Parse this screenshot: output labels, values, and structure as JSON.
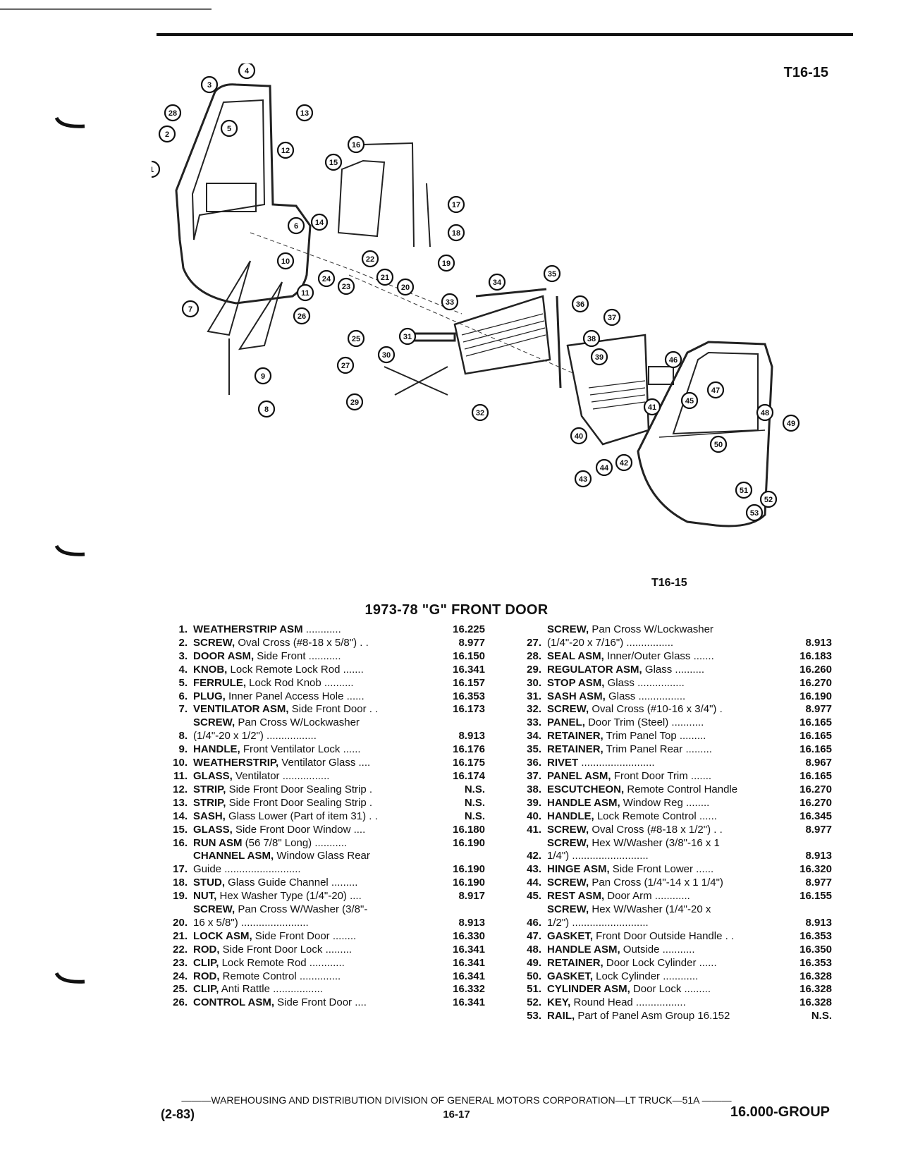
{
  "page_code": "T16-15",
  "figure_caption": "T16-15",
  "section_title": "1973-78 \"G\" FRONT DOOR",
  "callouts": [
    "1",
    "2",
    "3",
    "4",
    "5",
    "6",
    "7",
    "8",
    "9",
    "10",
    "11",
    "12",
    "13",
    "14",
    "15",
    "16",
    "17",
    "18",
    "19",
    "20",
    "21",
    "22",
    "23",
    "24",
    "25",
    "26",
    "27",
    "28",
    "29",
    "30",
    "31",
    "32",
    "33",
    "34",
    "35",
    "36",
    "37",
    "38",
    "39",
    "40",
    "41",
    "42",
    "43",
    "44",
    "45",
    "46",
    "47",
    "48",
    "49",
    "50",
    "51",
    "52",
    "53"
  ],
  "parts_left": [
    {
      "num": "1.",
      "name": "WEATHERSTRIP ASM",
      "desc": " ............",
      "cont": "",
      "group": "16.225"
    },
    {
      "num": "2.",
      "name": "SCREW,",
      "desc": " Oval Cross (#8-18 x 5/8\") . .",
      "cont": "",
      "group": "8.977"
    },
    {
      "num": "3.",
      "name": "DOOR ASM,",
      "desc": " Side Front ...........",
      "cont": "",
      "group": "16.150"
    },
    {
      "num": "4.",
      "name": "KNOB,",
      "desc": " Lock Remote Lock Rod .......",
      "cont": "",
      "group": "16.341"
    },
    {
      "num": "5.",
      "name": "FERRULE,",
      "desc": " Lock Rod Knob ..........",
      "cont": "",
      "group": "16.157"
    },
    {
      "num": "6.",
      "name": "PLUG,",
      "desc": " Inner Panel Access Hole ......",
      "cont": "",
      "group": "16.353"
    },
    {
      "num": "7.",
      "name": "VENTILATOR ASM,",
      "desc": " Side Front Door . .",
      "cont": "",
      "group": "16.173"
    },
    {
      "num": "8.",
      "name": "SCREW,",
      "desc": " Pan Cross W/Lockwasher",
      "cont": "(1/4\"-20 x 1/2\") .................",
      "group": "8.913"
    },
    {
      "num": "9.",
      "name": "HANDLE,",
      "desc": " Front Ventilator Lock ......",
      "cont": "",
      "group": "16.176"
    },
    {
      "num": "10.",
      "name": "WEATHERSTRIP,",
      "desc": " Ventilator Glass ....",
      "cont": "",
      "group": "16.175"
    },
    {
      "num": "11.",
      "name": "GLASS,",
      "desc": " Ventilator ................",
      "cont": "",
      "group": "16.174"
    },
    {
      "num": "12.",
      "name": "STRIP,",
      "desc": " Side Front Door Sealing Strip .",
      "cont": "",
      "group": "N.S."
    },
    {
      "num": "13.",
      "name": "STRIP,",
      "desc": " Side Front Door Sealing Strip .",
      "cont": "",
      "group": "N.S."
    },
    {
      "num": "14.",
      "name": "SASH,",
      "desc": " Glass Lower (Part of item 31) . .",
      "cont": "",
      "group": "N.S."
    },
    {
      "num": "15.",
      "name": "GLASS,",
      "desc": " Side Front Door Window ....",
      "cont": "",
      "group": "16.180"
    },
    {
      "num": "16.",
      "name": "RUN ASM",
      "desc": " (56 7/8\" Long) ...........",
      "cont": "",
      "group": "16.190"
    },
    {
      "num": "17.",
      "name": "CHANNEL ASM,",
      "desc": " Window Glass Rear",
      "cont": "Guide ..........................",
      "group": "16.190"
    },
    {
      "num": "18.",
      "name": "STUD,",
      "desc": " Glass Guide Channel .........",
      "cont": "",
      "group": "16.190"
    },
    {
      "num": "19.",
      "name": "NUT,",
      "desc": " Hex Washer Type (1/4\"-20) ....",
      "cont": "",
      "group": "8.917"
    },
    {
      "num": "20.",
      "name": "SCREW,",
      "desc": " Pan Cross W/Washer (3/8\"-",
      "cont": "16 x 5/8\") .......................",
      "group": "8.913"
    },
    {
      "num": "21.",
      "name": "LOCK ASM,",
      "desc": " Side Front Door ........",
      "cont": "",
      "group": "16.330"
    },
    {
      "num": "22.",
      "name": "ROD,",
      "desc": " Side Front Door Lock .........",
      "cont": "",
      "group": "16.341"
    },
    {
      "num": "23.",
      "name": "CLIP,",
      "desc": " Lock Remote Rod ............",
      "cont": "",
      "group": "16.341"
    },
    {
      "num": "24.",
      "name": "ROD,",
      "desc": " Remote Control ..............",
      "cont": "",
      "group": "16.341"
    },
    {
      "num": "25.",
      "name": "CLIP,",
      "desc": " Anti Rattle .................",
      "cont": "",
      "group": "16.332"
    },
    {
      "num": "26.",
      "name": "CONTROL ASM,",
      "desc": " Side Front Door ....",
      "cont": "",
      "group": "16.341"
    }
  ],
  "parts_right": [
    {
      "num": "27.",
      "name": "SCREW,",
      "desc": " Pan Cross W/Lockwasher",
      "cont": "(1/4\"-20 x 7/16\") ................",
      "group": "8.913"
    },
    {
      "num": "28.",
      "name": "SEAL ASM,",
      "desc": " Inner/Outer Glass .......",
      "cont": "",
      "group": "16.183"
    },
    {
      "num": "29.",
      "name": "REGULATOR ASM,",
      "desc": " Glass ..........",
      "cont": "",
      "group": "16.260"
    },
    {
      "num": "30.",
      "name": "STOP ASM,",
      "desc": " Glass ................",
      "cont": "",
      "group": "16.270"
    },
    {
      "num": "31.",
      "name": "SASH ASM,",
      "desc": " Glass ................",
      "cont": "",
      "group": "16.190"
    },
    {
      "num": "32.",
      "name": "SCREW,",
      "desc": " Oval Cross (#10-16 x 3/4\") .",
      "cont": "",
      "group": "8.977"
    },
    {
      "num": "33.",
      "name": "PANEL,",
      "desc": " Door Trim (Steel) ...........",
      "cont": "",
      "group": "16.165"
    },
    {
      "num": "34.",
      "name": "RETAINER,",
      "desc": " Trim Panel Top .........",
      "cont": "",
      "group": "16.165"
    },
    {
      "num": "35.",
      "name": "RETAINER,",
      "desc": " Trim Panel Rear .........",
      "cont": "",
      "group": "16.165"
    },
    {
      "num": "36.",
      "name": "RIVET",
      "desc": " .........................",
      "cont": "",
      "group": "8.967"
    },
    {
      "num": "37.",
      "name": "PANEL ASM,",
      "desc": " Front Door Trim .......",
      "cont": "",
      "group": "16.165"
    },
    {
      "num": "38.",
      "name": "ESCUTCHEON,",
      "desc": " Remote Control Handle",
      "cont": "",
      "group": "16.270"
    },
    {
      "num": "39.",
      "name": "HANDLE ASM,",
      "desc": " Window Reg ........",
      "cont": "",
      "group": "16.270"
    },
    {
      "num": "40.",
      "name": "HANDLE,",
      "desc": " Lock Remote Control ......",
      "cont": "",
      "group": "16.345"
    },
    {
      "num": "41.",
      "name": "SCREW,",
      "desc": " Oval Cross (#8-18 x 1/2\") . .",
      "cont": "",
      "group": "8.977"
    },
    {
      "num": "42.",
      "name": "SCREW,",
      "desc": " Hex W/Washer (3/8\"-16 x 1",
      "cont": "1/4\") ..........................",
      "group": "8.913"
    },
    {
      "num": "43.",
      "name": "HINGE ASM,",
      "desc": " Side Front Lower ......",
      "cont": "",
      "group": "16.320"
    },
    {
      "num": "44.",
      "name": "SCREW,",
      "desc": " Pan Cross (1/4\"-14 x 1 1/4\")",
      "cont": "",
      "group": "8.977"
    },
    {
      "num": "45.",
      "name": "REST ASM,",
      "desc": " Door Arm ............",
      "cont": "",
      "group": "16.155"
    },
    {
      "num": "46.",
      "name": "SCREW,",
      "desc": " Hex W/Washer (1/4\"-20 x",
      "cont": "1/2\") ..........................",
      "group": "8.913"
    },
    {
      "num": "47.",
      "name": "GASKET,",
      "desc": " Front Door Outside Handle . .",
      "cont": "",
      "group": "16.353"
    },
    {
      "num": "48.",
      "name": "HANDLE ASM,",
      "desc": " Outside ...........",
      "cont": "",
      "group": "16.350"
    },
    {
      "num": "49.",
      "name": "RETAINER,",
      "desc": " Door Lock Cylinder ......",
      "cont": "",
      "group": "16.353"
    },
    {
      "num": "50.",
      "name": "GASKET,",
      "desc": " Lock Cylinder ............",
      "cont": "",
      "group": "16.328"
    },
    {
      "num": "51.",
      "name": "CYLINDER ASM,",
      "desc": " Door Lock .........",
      "cont": "",
      "group": "16.328"
    },
    {
      "num": "52.",
      "name": "KEY,",
      "desc": " Round Head .................",
      "cont": "",
      "group": "16.328"
    },
    {
      "num": "53.",
      "name": "RAIL,",
      "desc": " Part of Panel Asm Group 16.152",
      "cont": "",
      "group": "N.S."
    }
  ],
  "footer": {
    "line": "———WAREHOUSING AND DISTRIBUTION DIVISION OF GENERAL MOTORS CORPORATION—LT TRUCK—51A ———",
    "date": "(2-83)",
    "page": "16-17",
    "group": "16.000-GROUP"
  }
}
